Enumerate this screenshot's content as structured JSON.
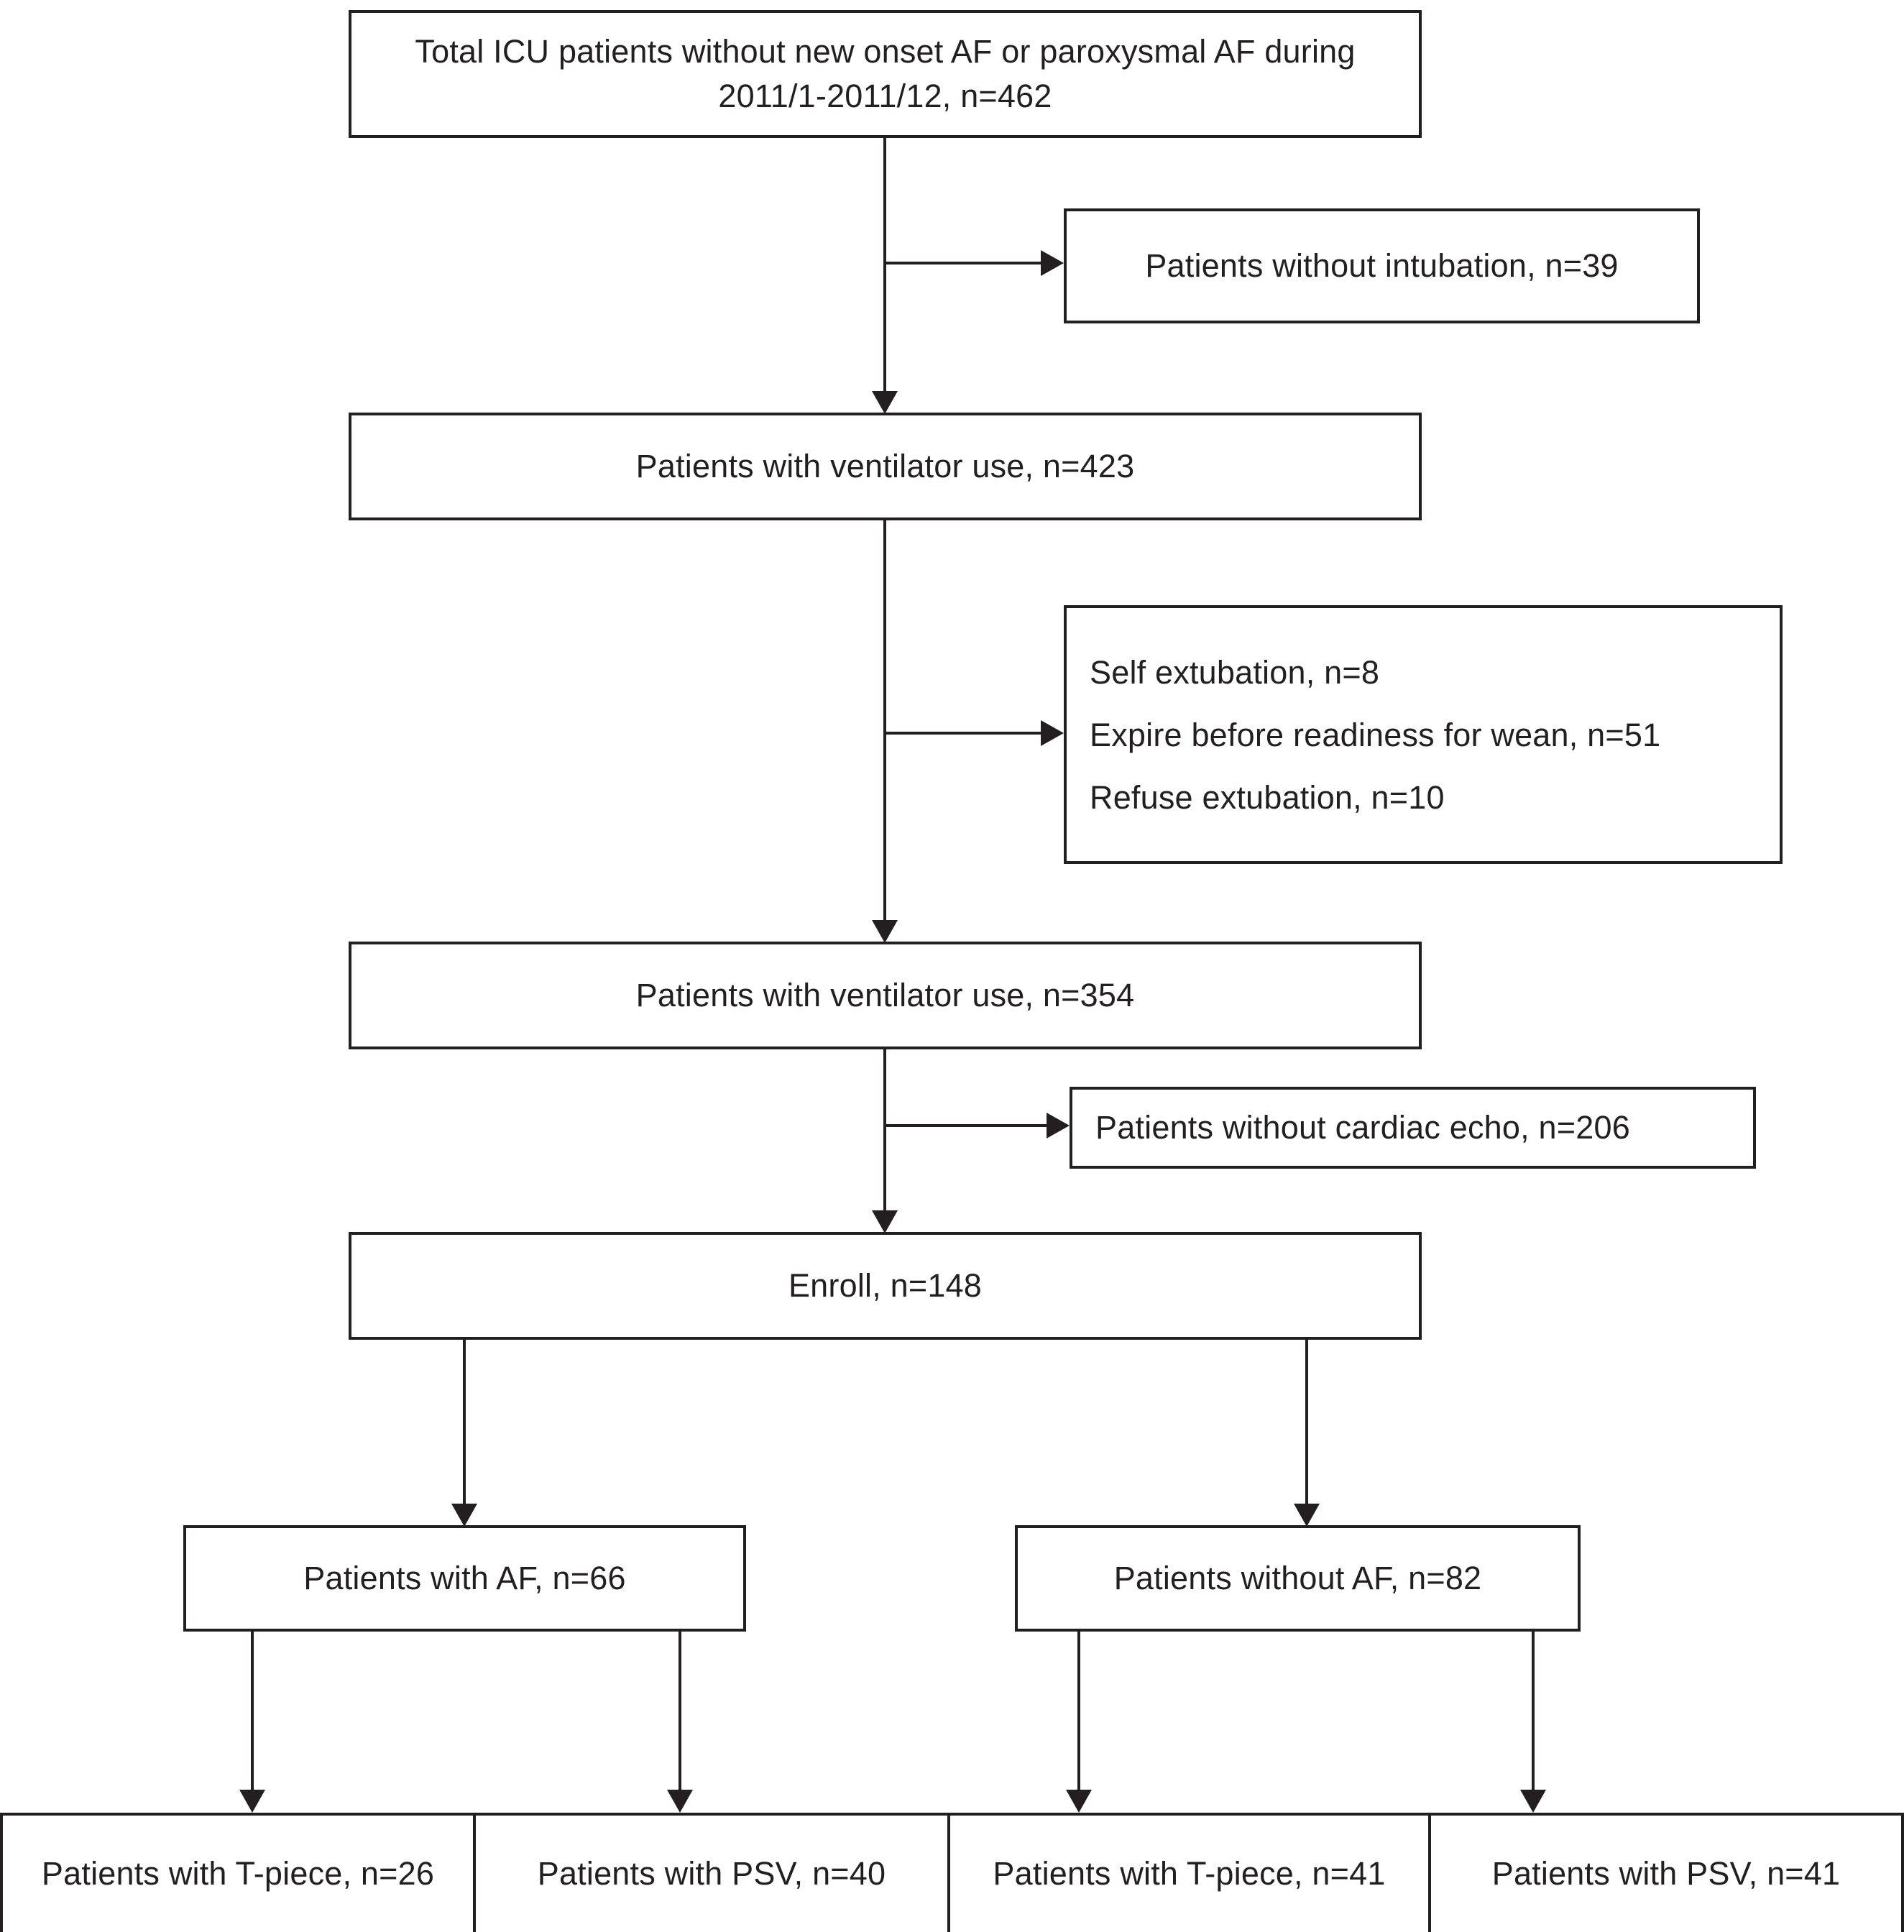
{
  "flowchart": {
    "type": "patient-flow-diagram",
    "colors": {
      "line": "#231f20",
      "background": "#ffffff"
    },
    "nodes": {
      "total": {
        "lines": [
          "Total ICU patients without new onset AF or paroxysmal AF during",
          "2011/1-2011/12, n=462"
        ]
      },
      "no_intubation": {
        "label": "Patients without intubation, n=39"
      },
      "ventilator_423": {
        "label": "Patients with ventilator use, n=423"
      },
      "exclusions": {
        "lines": [
          "Self extubation, n=8",
          "Expire before readiness for wean, n=51",
          "Refuse extubation, n=10"
        ]
      },
      "ventilator_354": {
        "label": "Patients with ventilator use, n=354"
      },
      "no_cardiac_echo": {
        "label": "Patients without cardiac echo, n=206"
      },
      "enroll": {
        "label": "Enroll, n=148"
      },
      "af": {
        "label": "Patients with AF, n=66"
      },
      "no_af": {
        "label": "Patients without AF, n=82"
      },
      "af_tpiece": {
        "label": "Patients with T-piece, n=26"
      },
      "af_psv": {
        "label": "Patients with PSV, n=40"
      },
      "noaf_tpiece": {
        "label": "Patients with T-piece, n=41"
      },
      "noaf_psv": {
        "label": "Patients with PSV, n=41"
      }
    }
  }
}
